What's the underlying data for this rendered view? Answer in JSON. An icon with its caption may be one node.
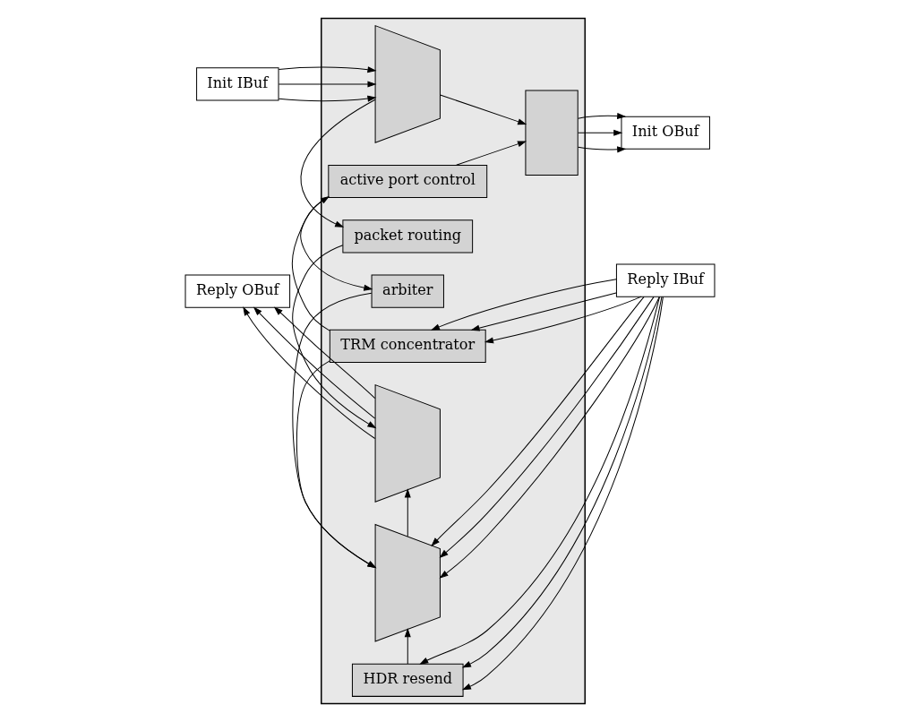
{
  "diagram": {
    "nodes": [
      {
        "text": [
          "Init IBuf"
        ]
      },
      {
        "text": [],
        "shape": "box"
      },
      {
        "text": [],
        "shape": "trapezoid",
        "in": 1
      },
      {
        "text": [],
        "shape": "box",
        "in": 1
      },
      {
        "text": [
          "Init OBuf"
        ]
      },
      {
        "text": [
          "active port control"
        ],
        "in": 1
      },
      {
        "text": [
          "packet routing"
        ],
        "in": 1
      },
      {
        "text": [
          "arbiter"
        ],
        "in": 1
      },
      {
        "text": [
          "TRM concentrator"
        ],
        "in": 1
      },
      {
        "text": [
          "Reply OBuf"
        ]
      },
      {
        "text": [],
        "shape": "trapezoid",
        "in": 1
      },
      {
        "text": [],
        "shape": "trapezoid",
        "in": 1
      },
      {
        "text": [
          "Reply IBuf"
        ]
      },
      {
        "text": [
          "HDR resend"
        ],
        "in": 1
      }
    ],
    "edges": [
      {
        "from": 0,
        "to": 2,
        "arrow": "to"
      },
      {
        "from": 0,
        "to": 2,
        "arrow": "to"
      },
      {
        "from": 0,
        "to": 2,
        "arrow": "to"
      },
      {
        "from": 2,
        "to": 3,
        "arrow": "to"
      },
      {
        "from": 5,
        "to": 3,
        "arrow": "to"
      },
      {
        "from": 3,
        "to": 4,
        "arrow": "to"
      },
      {
        "from": 3,
        "to": 4,
        "arrow": "to"
      },
      {
        "from": 3,
        "to": 4,
        "arrow": "to"
      },
      {
        "from": 2,
        "to": 6,
        "arrow": "to"
      },
      {
        "from": 6,
        "to": 10,
        "arrow": "to"
      },
      {
        "from": 5,
        "to": 7,
        "arrow": "to"
      },
      {
        "from": 7,
        "to": 11,
        "arrow": "to"
      },
      {
        "from": 8,
        "to": 5,
        "arrow": "to"
      },
      {
        "from": 8,
        "to": 11,
        "arrow": "to"
      },
      {
        "from": 11,
        "to": 10,
        "arrow": "to"
      },
      {
        "from": 10,
        "to": 9,
        "arrow": "to"
      },
      {
        "from": 10,
        "to": 9,
        "arrow": "to"
      },
      {
        "from": 10,
        "to": 9,
        "arrow": "to"
      },
      {
        "from": 12,
        "to": 11,
        "arrow": "to"
      },
      {
        "from": 12,
        "to": 11,
        "arrow": "to"
      },
      {
        "from": 12,
        "to": 11,
        "arrow": "to"
      },
      {
        "from": 12,
        "to": 8,
        "arrow": "to"
      },
      {
        "from": 12,
        "to": 8,
        "arrow": "to"
      },
      {
        "from": 12,
        "to": 8,
        "arrow": "to"
      },
      {
        "from": 12,
        "to": 13,
        "arrow": "to"
      },
      {
        "from": 12,
        "to": 13,
        "arrow": "to"
      },
      {
        "from": 12,
        "to": 13,
        "arrow": "to"
      },
      {
        "from": 13,
        "to": 11,
        "arrow": "to"
      }
    ]
  }
}
